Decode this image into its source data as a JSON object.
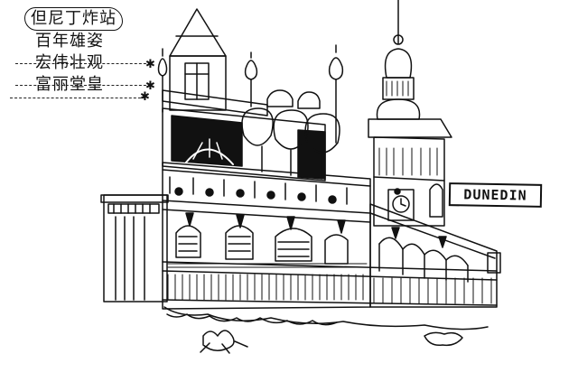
{
  "caption": {
    "lines": [
      "但尼丁炸站",
      "百年雄姿",
      "宏伟壮观",
      "富丽堂皇"
    ]
  },
  "sign": {
    "text": "DUNEDIN"
  },
  "colors": {
    "ink": "#111111",
    "paper": "#ffffff"
  },
  "icons": [
    "star-icon"
  ]
}
